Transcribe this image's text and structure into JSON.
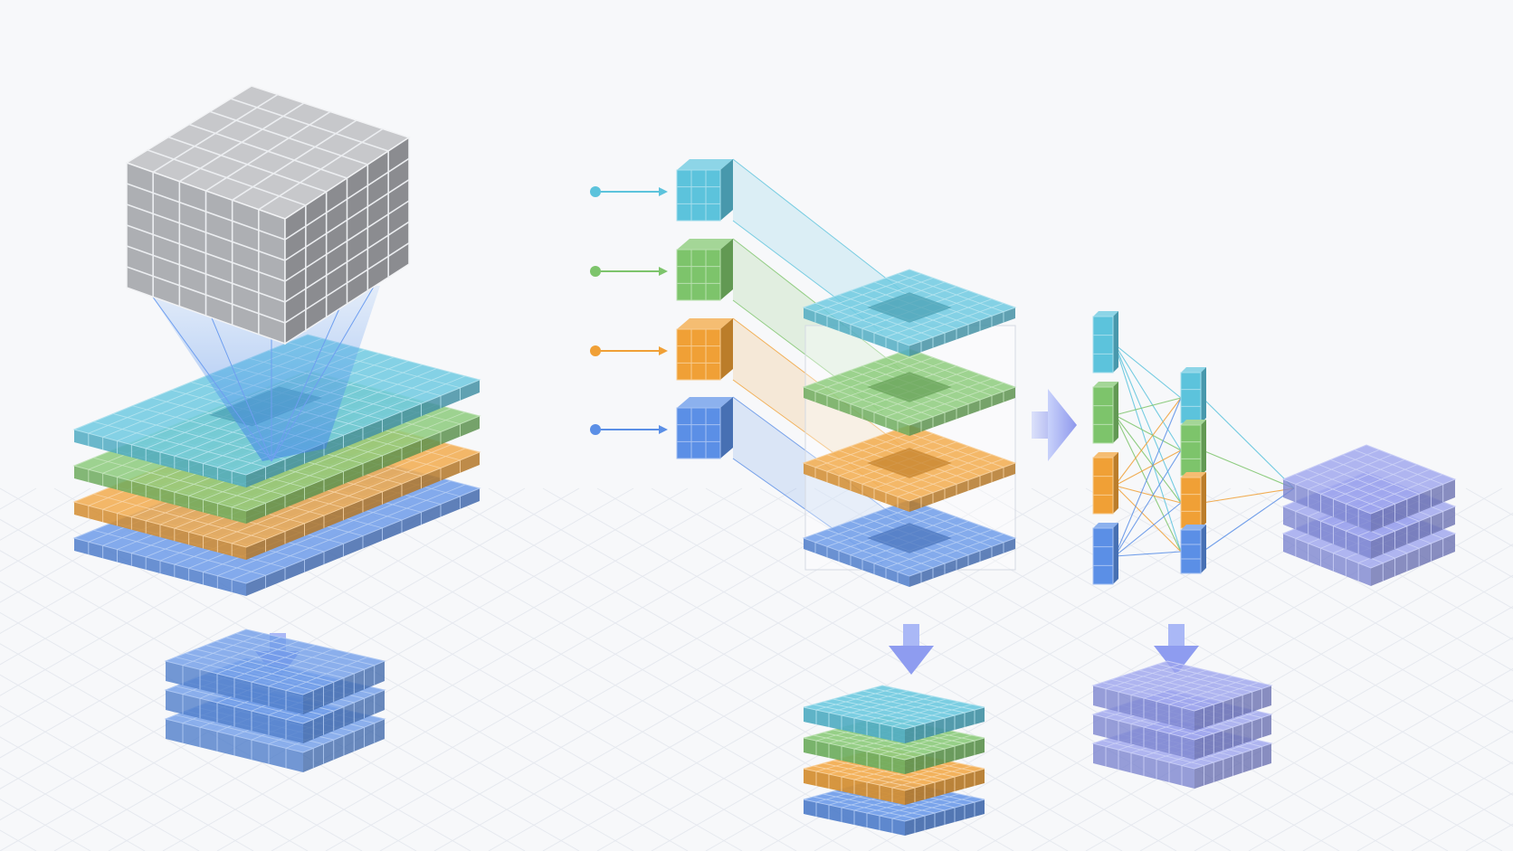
{
  "colors": {
    "background": "#f7f8fa",
    "grid": "#e6e9ef",
    "gray_cube": "#a9abaf",
    "cyan": "#5cc3dc",
    "green": "#7dc46b",
    "orange": "#f0a036",
    "blue": "#5b8fe6",
    "lavender": "#8e98ec",
    "arrow": "#8ea2f0"
  },
  "left_panel": {
    "kernel_cube": {
      "grid": 6,
      "color": "gray_cube"
    },
    "input_layers": [
      "cyan",
      "green",
      "orange",
      "blue"
    ],
    "output_block": {
      "layers": 3,
      "color": "blue"
    }
  },
  "middle_panel": {
    "inputs": [
      "cyan",
      "green",
      "orange",
      "blue"
    ],
    "kernel_grid": 3,
    "feature_layers": [
      "cyan",
      "green",
      "orange",
      "blue"
    ],
    "output_stack": [
      "cyan",
      "green",
      "orange",
      "blue"
    ]
  },
  "right_panel": {
    "left_column_segments": [
      "cyan",
      "green",
      "orange",
      "blue"
    ],
    "right_column_segments": [
      "cyan",
      "green",
      "orange",
      "blue"
    ],
    "fused_output": {
      "layers": 3,
      "color": "lavender"
    },
    "lower_output": {
      "layers": 3,
      "color": "lavender"
    }
  }
}
